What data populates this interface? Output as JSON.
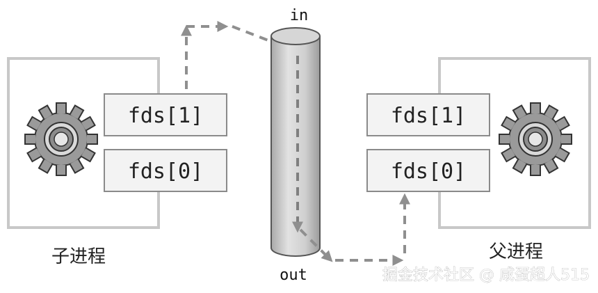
{
  "pipe": {
    "in_label": "in",
    "out_label": "out"
  },
  "child": {
    "label": "子进程",
    "fd_write": "fds[1]",
    "fd_read": "fds[0]"
  },
  "parent": {
    "label": "父进程",
    "fd_write": "fds[1]",
    "fd_read": "fds[0]"
  },
  "watermark": "掘金技术社区 @ 咸蛋超人515",
  "icons": {
    "child_gear": "gear-icon",
    "parent_gear": "gear-icon"
  },
  "colors": {
    "box_border": "#c8c8c8",
    "fd_fill": "#f3f3f3",
    "fd_border": "#8a8a8a",
    "arrow": "#8f8f8f",
    "pipe_fill": "#d2d2d2",
    "pipe_edge": "#555555",
    "gear_fill": "#9a9a9a",
    "gear_edge": "#333333"
  }
}
